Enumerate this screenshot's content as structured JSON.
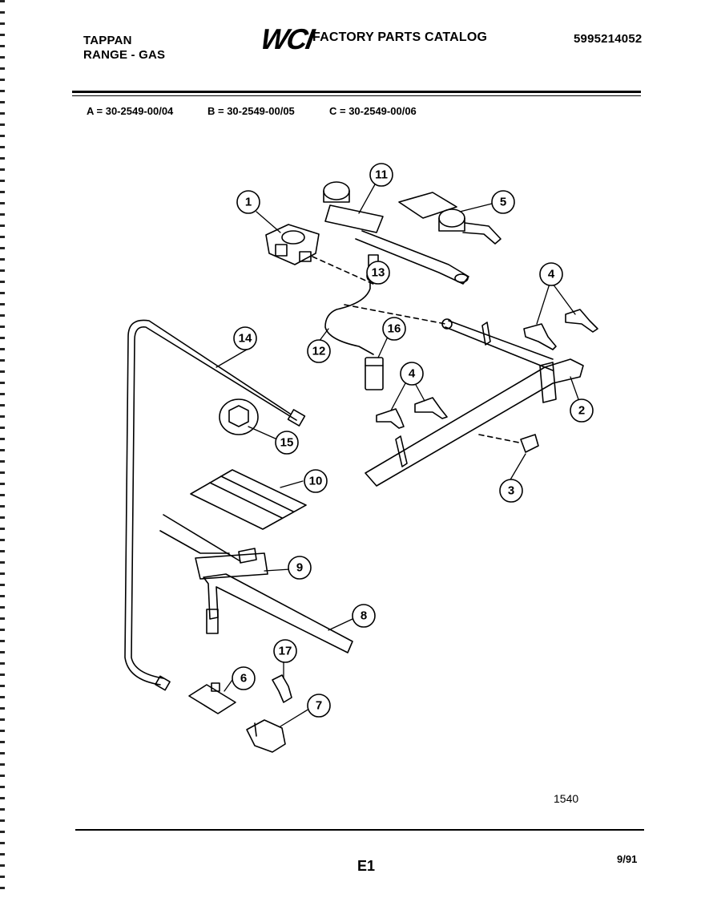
{
  "header": {
    "brand": "TAPPAN",
    "product": "RANGE - GAS",
    "logo": "WCI",
    "catalog_title": "FACTORY PARTS CATALOG",
    "part_number": "5995214052"
  },
  "models": {
    "a": "A = 30-2549-00/04",
    "b": "B = 30-2549-00/05",
    "c": "C = 30-2549-00/06"
  },
  "callouts": [
    "1",
    "2",
    "3",
    "4",
    "4",
    "5",
    "6",
    "7",
    "8",
    "9",
    "10",
    "11",
    "12",
    "13",
    "14",
    "15",
    "16",
    "17"
  ],
  "footer": {
    "figure_number": "1540",
    "page": "E1",
    "date": "9/91"
  }
}
